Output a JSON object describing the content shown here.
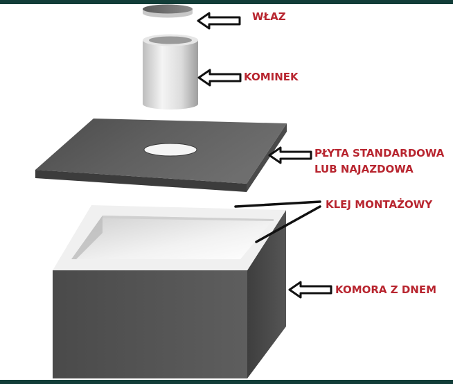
{
  "colors": {
    "background": "#ffffff",
    "frame": "#123d38",
    "label": "#b8252f",
    "concrete_dark": "#555555",
    "concrete_light": "#e9e9e9",
    "arrow": "#111111"
  },
  "labels": {
    "hatch": "WŁAZ",
    "chimney": "KOMINEK",
    "slab_line1": "PŁYTA STANDARDOWA",
    "slab_line2": "LUB NAJAZDOWA",
    "adhesive": "KLEJ MONTAŻOWY",
    "chamber": "KOMORA Z DNEM"
  },
  "icons": {
    "arrow": "left-outline-arrow-icon"
  }
}
